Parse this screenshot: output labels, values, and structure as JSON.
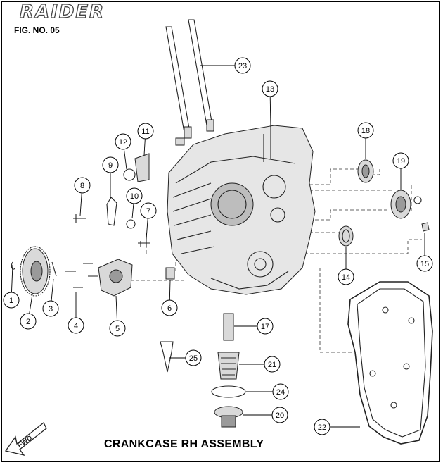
{
  "header": {
    "logo_text": "RAIDER",
    "figure_number": "FIG. NO. 05"
  },
  "title": "CRANKCASE RH ASSEMBLY",
  "fwd_label": "FWD",
  "callouts": [
    {
      "id": "1",
      "label": "1"
    },
    {
      "id": "2",
      "label": "2"
    },
    {
      "id": "3",
      "label": "3"
    },
    {
      "id": "4",
      "label": "4"
    },
    {
      "id": "5",
      "label": "5"
    },
    {
      "id": "6",
      "label": "6"
    },
    {
      "id": "7",
      "label": "7"
    },
    {
      "id": "8",
      "label": "8"
    },
    {
      "id": "9",
      "label": "9"
    },
    {
      "id": "10",
      "label": "10"
    },
    {
      "id": "11",
      "label": "11"
    },
    {
      "id": "12",
      "label": "12"
    },
    {
      "id": "13",
      "label": "13"
    },
    {
      "id": "14",
      "label": "14"
    },
    {
      "id": "15",
      "label": "15"
    },
    {
      "id": "17",
      "label": "17"
    },
    {
      "id": "18",
      "label": "18"
    },
    {
      "id": "19",
      "label": "19"
    },
    {
      "id": "20",
      "label": "20"
    },
    {
      "id": "21",
      "label": "21"
    },
    {
      "id": "22",
      "label": "22"
    },
    {
      "id": "23",
      "label": "23"
    },
    {
      "id": "24",
      "label": "24"
    },
    {
      "id": "25",
      "label": "25"
    }
  ],
  "colors": {
    "line": "#222222",
    "callout_stroke": "#000000",
    "background": "#ffffff"
  }
}
